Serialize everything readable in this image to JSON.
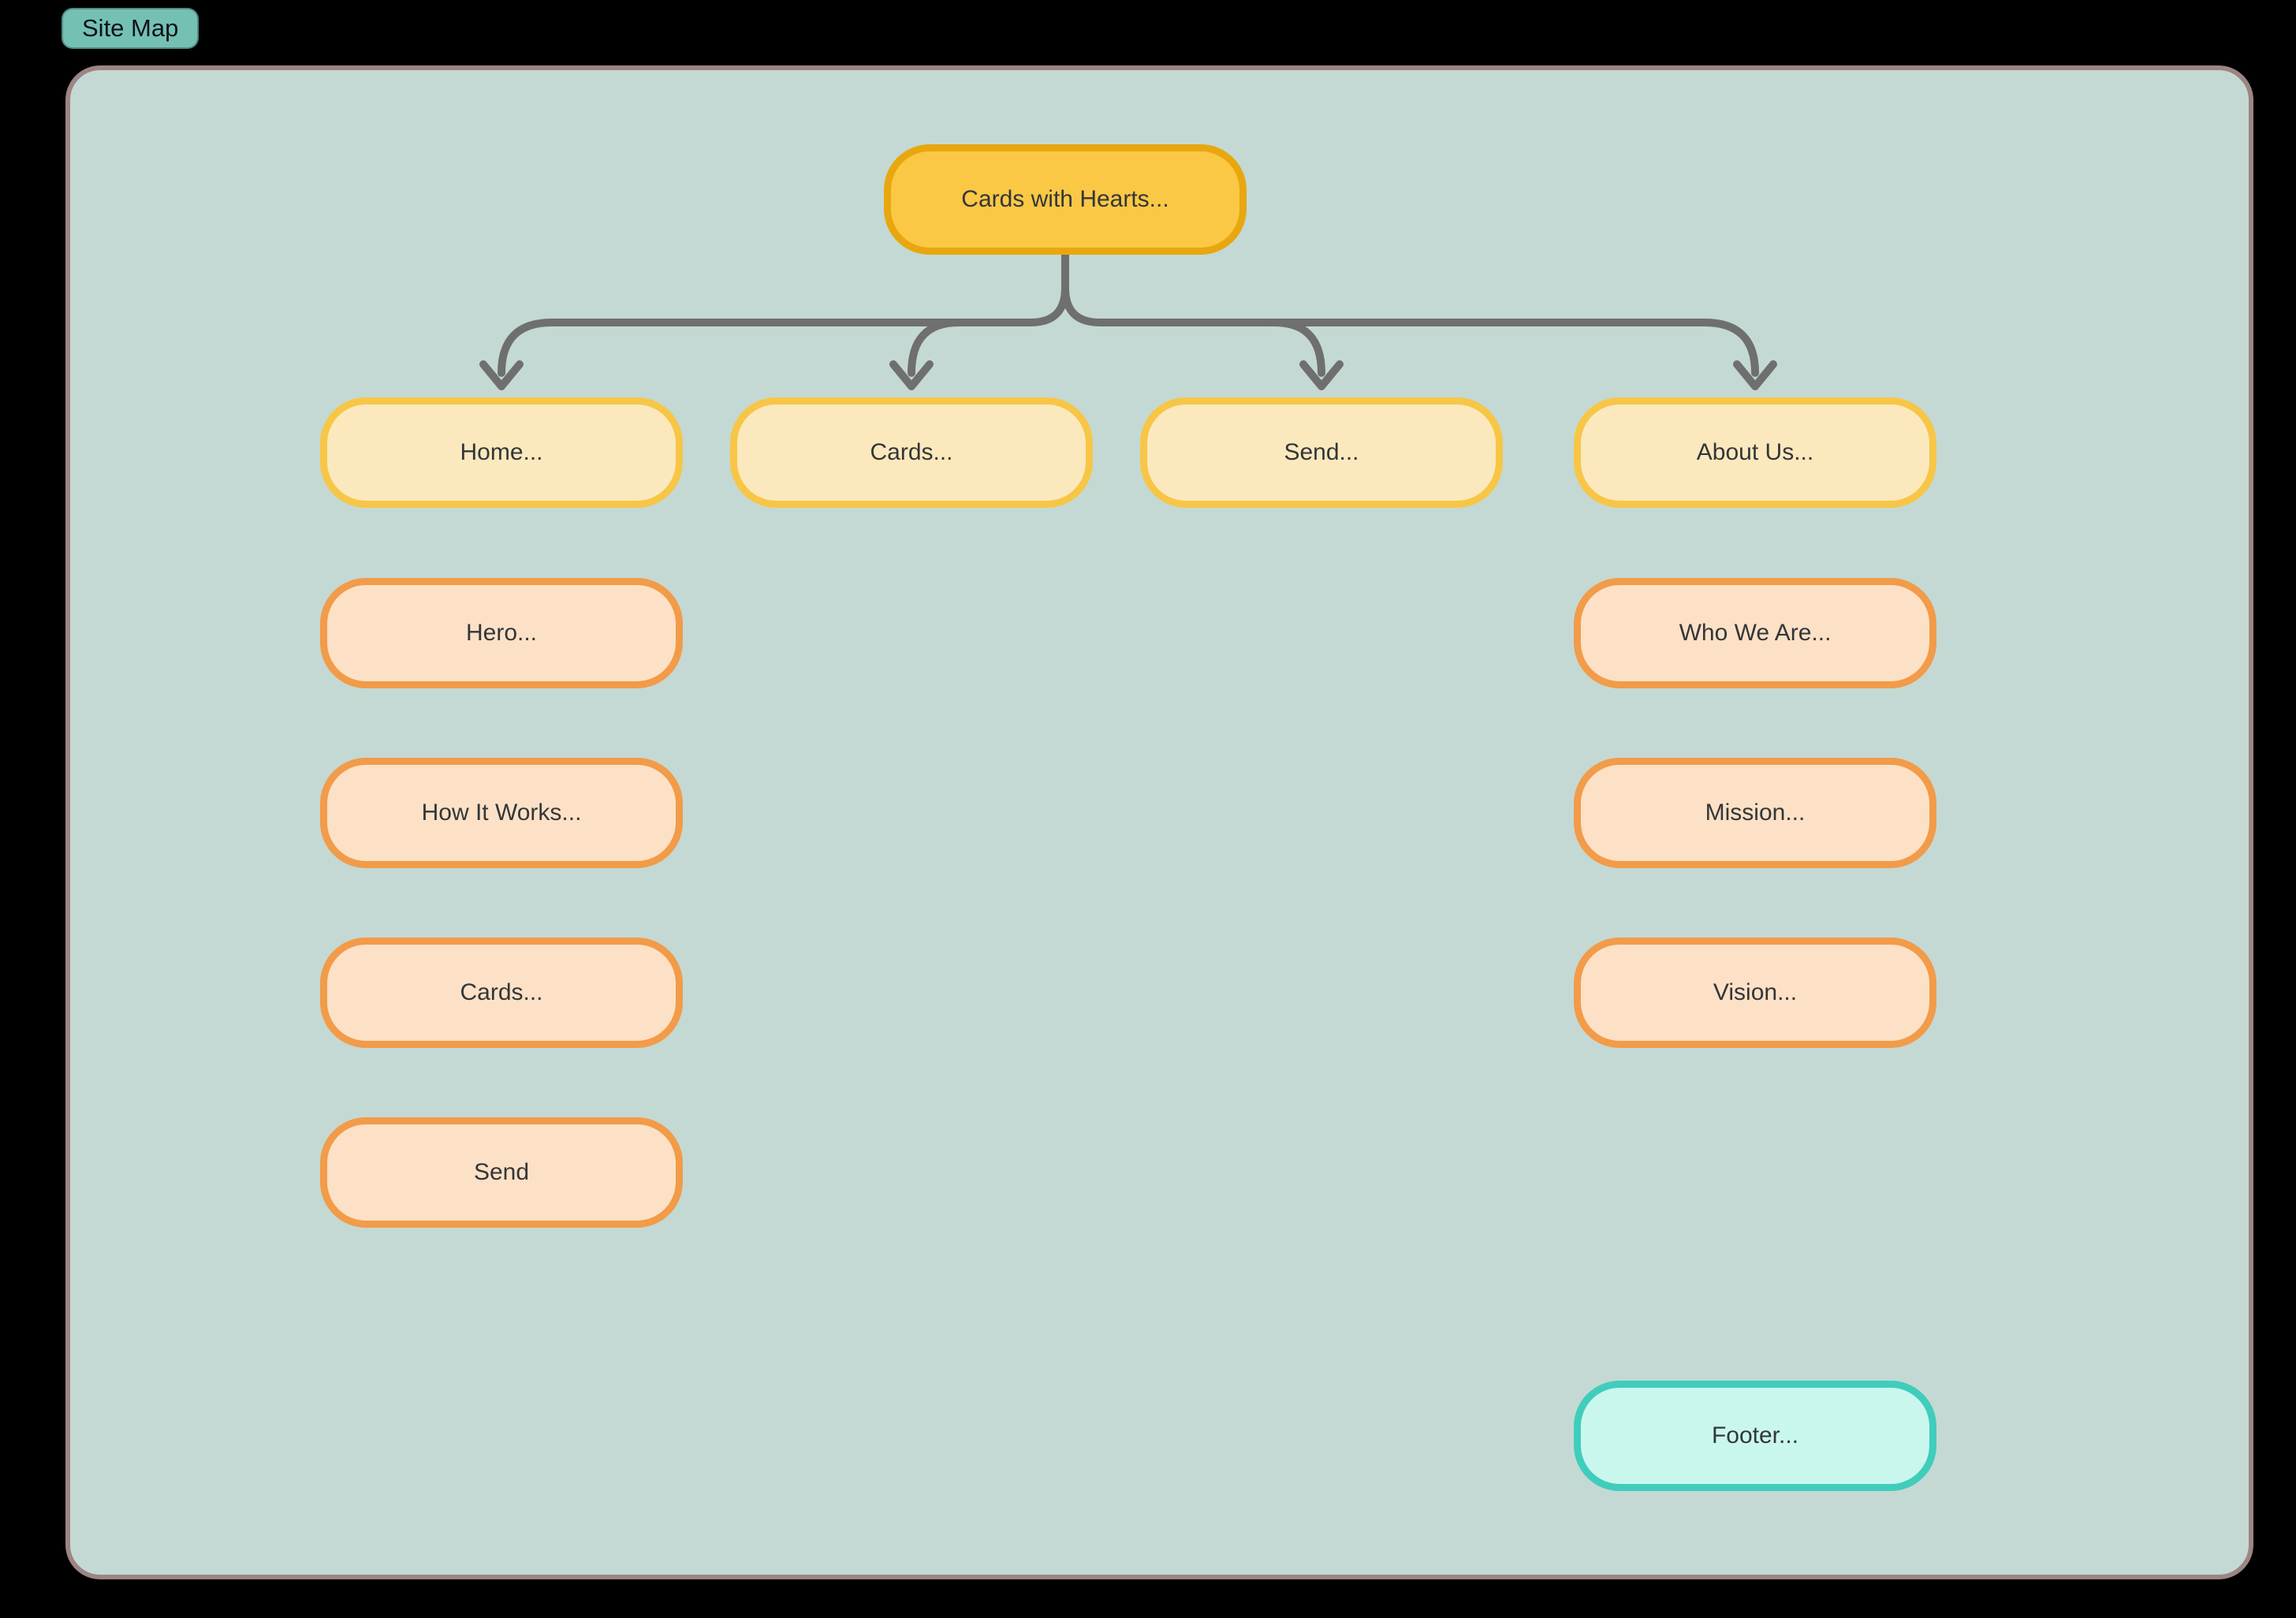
{
  "badge": {
    "label": "Site Map"
  },
  "diagram": {
    "root": {
      "label": "Cards with Hearts..."
    },
    "branches": [
      {
        "label": "Home...",
        "children": [
          "Hero...",
          "How It Works...",
          "Cards...",
          "Send"
        ]
      },
      {
        "label": "Cards...",
        "children": []
      },
      {
        "label": "Send...",
        "children": []
      },
      {
        "label": "About Us...",
        "children": [
          "Who We Are...",
          "Mission...",
          "Vision..."
        ]
      }
    ],
    "footer": {
      "label": "Footer..."
    }
  },
  "colors": {
    "page_background": "#000000",
    "canvas_fill": "#c4d9d3",
    "canvas_border": "#9c8584",
    "badge_fill": "#74c1b4",
    "root_fill": "#fbc845",
    "root_border": "#e8a70e",
    "level1_fill": "#fbe9bd",
    "level1_border": "#f7c647",
    "level2_fill": "#fce1c6",
    "level2_border": "#f29b49",
    "footer_fill": "#c9f7ee",
    "footer_border": "#40cdbc",
    "connector": "#6f6f6f",
    "node_text": "#333639"
  }
}
